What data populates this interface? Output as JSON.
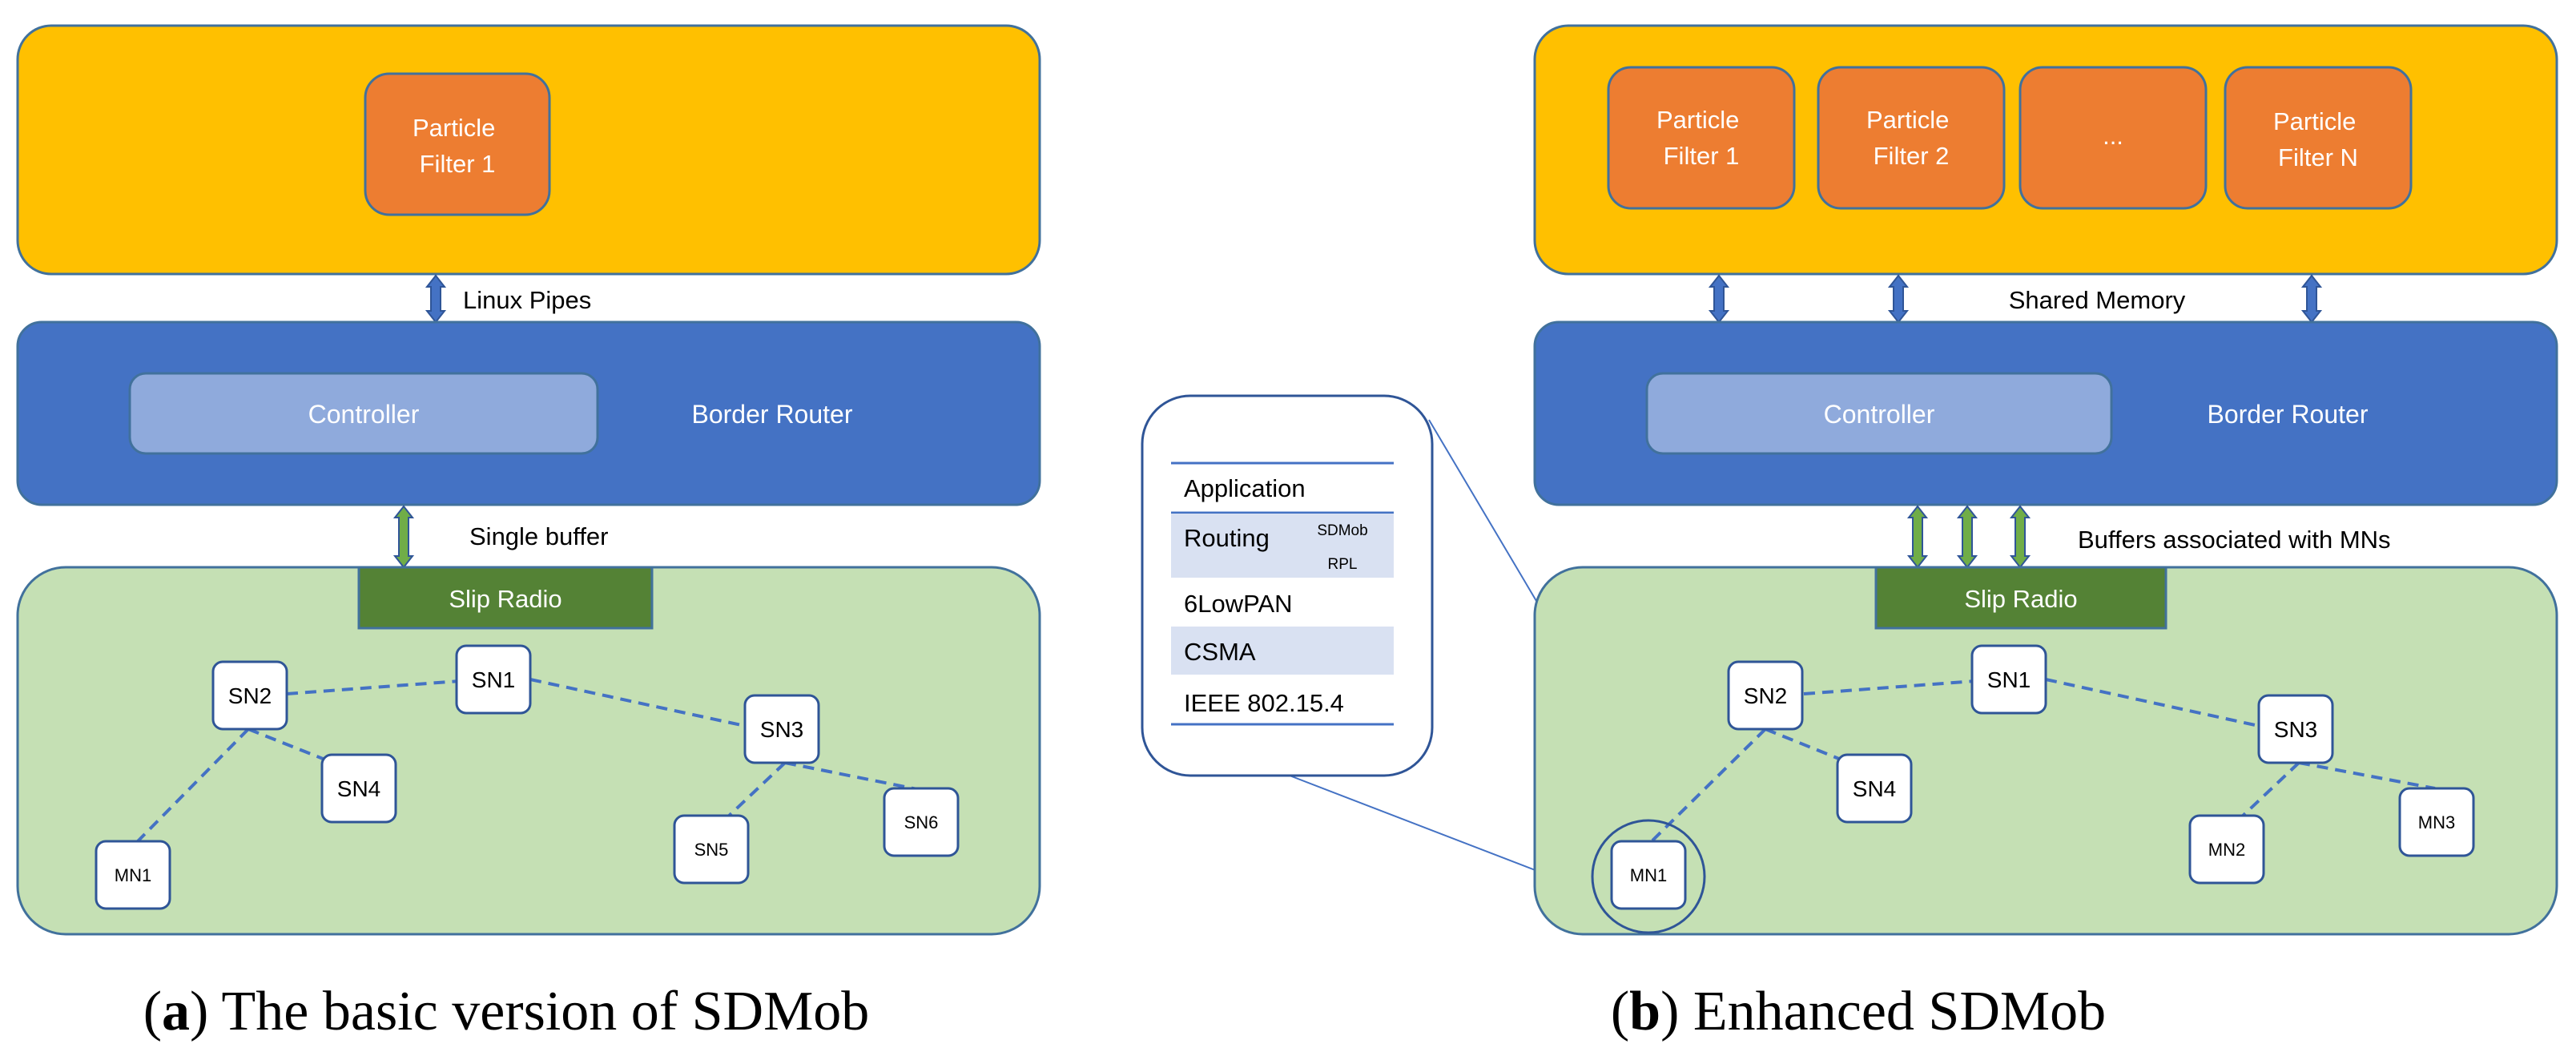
{
  "colors": {
    "app_fill": "#FFC000",
    "app_stroke": "#41719C",
    "pf_fill": "#ED7D31",
    "br_fill": "#4472C4",
    "ctrl_fill": "#8FAADC",
    "radio_fill": "#548235",
    "sensor_fill": "#C5E0B4",
    "node_fill": "#ffffff",
    "node_stroke": "#2F5597",
    "link_color": "#4472C4",
    "arrow_blue": "#4472C4",
    "arrow_green": "#70AD47",
    "stack_band": "#D9E1F2"
  },
  "left": {
    "particle_filters": [
      "Particle Filter 1"
    ],
    "pipe_label": "Linux Pipes",
    "controller_label": "Controller",
    "border_router_label": "Border Router",
    "buffer_label": "Single buffer",
    "slip_radio_label": "Slip Radio",
    "nodes": [
      "SN1",
      "SN2",
      "SN3",
      "SN4",
      "SN5",
      "SN6",
      "MN1"
    ],
    "caption_letter": "a",
    "caption_text": "The basic version of SDMob"
  },
  "right": {
    "particle_filters": [
      "Particle Filter 1",
      "Particle Filter 2",
      "...",
      "Particle Filter N"
    ],
    "memory_label": "Shared Memory",
    "controller_label": "Controller",
    "border_router_label": "Border Router",
    "buffer_label": "Buffers associated with MNs",
    "slip_radio_label": "Slip Radio",
    "nodes": [
      "SN1",
      "SN2",
      "SN3",
      "SN4",
      "MN1",
      "MN2",
      "MN3"
    ],
    "caption_letter": "b",
    "caption_text": "Enhanced SDMob"
  },
  "stack": {
    "layers": [
      "Application",
      "Routing",
      "6LowPAN",
      "CSMA",
      "IEEE 802.15.4"
    ],
    "routing_tags": [
      "SDMob",
      "RPL"
    ]
  }
}
